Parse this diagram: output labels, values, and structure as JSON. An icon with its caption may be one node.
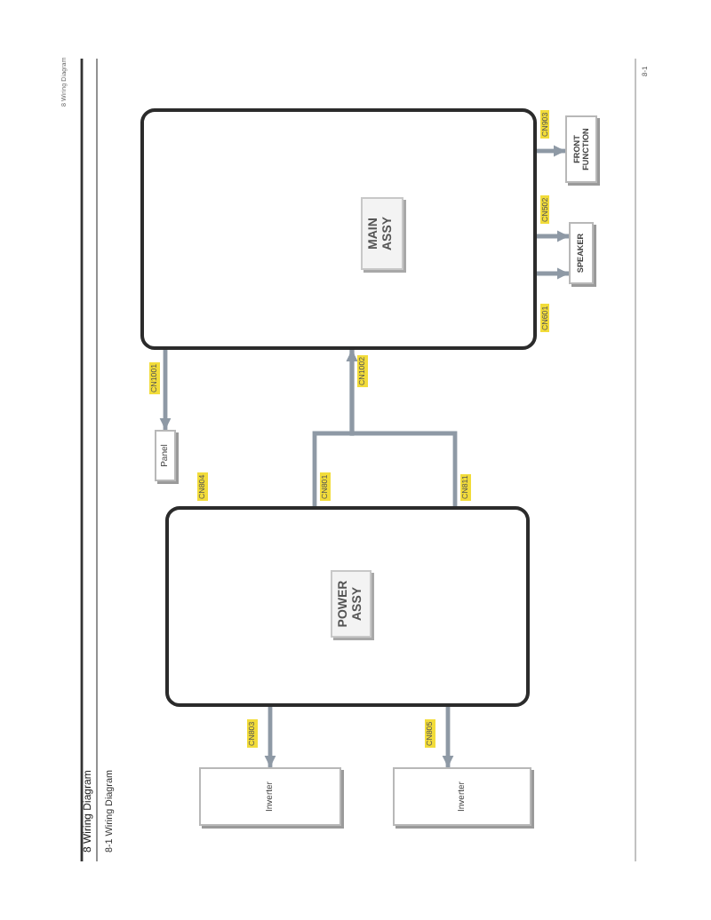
{
  "diagram": {
    "title": "8 Wiring Diagram",
    "nodes": [
      {
        "text": [
          "Inverter"
        ]
      },
      {
        "text": [
          "Inverter"
        ]
      },
      {
        "text": [
          "POWER ASSY"
        ],
        "beside": [
          "CN804",
          "CN803",
          "CN801",
          "CN805",
          "CN811"
        ]
      },
      {
        "text": [
          "Panel"
        ]
      },
      {
        "text": [
          "MAIN ASSY"
        ],
        "beside": [
          "CN1001",
          "CN1002",
          "CN601",
          "CN502",
          "CN903"
        ]
      },
      {
        "text": [
          "SPEAKER"
        ]
      },
      {
        "text": [
          "FRONT FUNCTION"
        ]
      }
    ],
    "edges": [
      {
        "from": 4,
        "to": 3,
        "arrow": "to"
      },
      {
        "from": 2,
        "to": 4,
        "arrow": "to"
      },
      {
        "from": 2,
        "to": 4,
        "arrow": "to"
      },
      {
        "from": 2,
        "to": 0,
        "arrow": "to"
      },
      {
        "from": 2,
        "to": 1,
        "arrow": "to"
      },
      {
        "from": 4,
        "to": 6,
        "arrow": "to"
      },
      {
        "from": 4,
        "to": 5,
        "arrow": "to"
      },
      {
        "from": 4,
        "to": 5,
        "arrow": "to"
      }
    ],
    "labels": [
      "8 Wiring Diagram",
      "8-1 Wiring Diagram",
      "8-1"
    ]
  }
}
